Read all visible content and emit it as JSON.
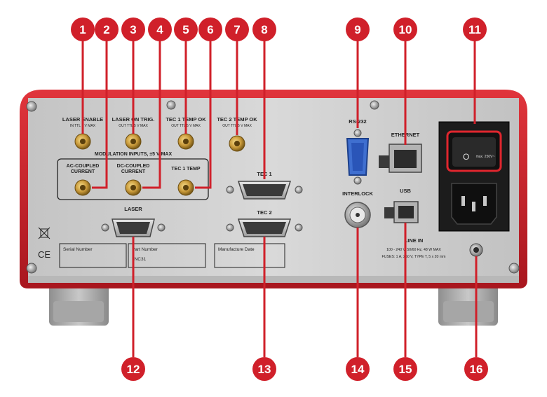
{
  "panel": {
    "laser_enable": {
      "title": "LASER ENABLE",
      "sub": "IN TTL 5 V MAX"
    },
    "laser_on_trig": {
      "title": "LASER ON TRIG.",
      "sub": "OUT TTL 5 V MAX"
    },
    "tec1_temp_ok": {
      "title": "TEC 1 TEMP OK",
      "sub": "OUT TTL 5 V MAX"
    },
    "tec2_temp_ok": {
      "title": "TEC 2 TEMP OK",
      "sub": "OUT TTL 5 V MAX"
    },
    "modulation_title": "MODULATION INPUTS, ±5 V MAX",
    "ac_coupled": [
      "AC-COUPLED",
      "CURRENT"
    ],
    "dc_coupled": [
      "DC-COUPLED",
      "CURRENT"
    ],
    "tec1_temp": "TEC 1 TEMP",
    "laser": "LASER",
    "tec1": "TEC 1",
    "tec2": "TEC 2",
    "rs232": "RS-232",
    "interlock": "INTERLOCK",
    "ethernet": "ETHERNET",
    "usb": "USB",
    "line_in": "LINE IN",
    "line_spec_1": "100 - 240 V, 50/60 Hz, 48 W MAX",
    "line_spec_2": "FUSES: 1 A, 250 V, TYPE T, 5 x 20 mm",
    "fuse_label": "max. 250V~",
    "serial_number": "Serial Number",
    "part_number": "Part Number",
    "part_value": "LNC31",
    "manufacture_date": "Manufacture Date",
    "ce_mark": "CE"
  },
  "callouts": [
    "1",
    "2",
    "3",
    "4",
    "5",
    "6",
    "7",
    "8",
    "9",
    "10",
    "11",
    "12",
    "13",
    "14",
    "15",
    "16"
  ],
  "colors": {
    "callout_red": "#d0202a",
    "frame_red": "#c8242c",
    "panel_silver": "#cfcfcf",
    "gold": "#c99a3a"
  }
}
